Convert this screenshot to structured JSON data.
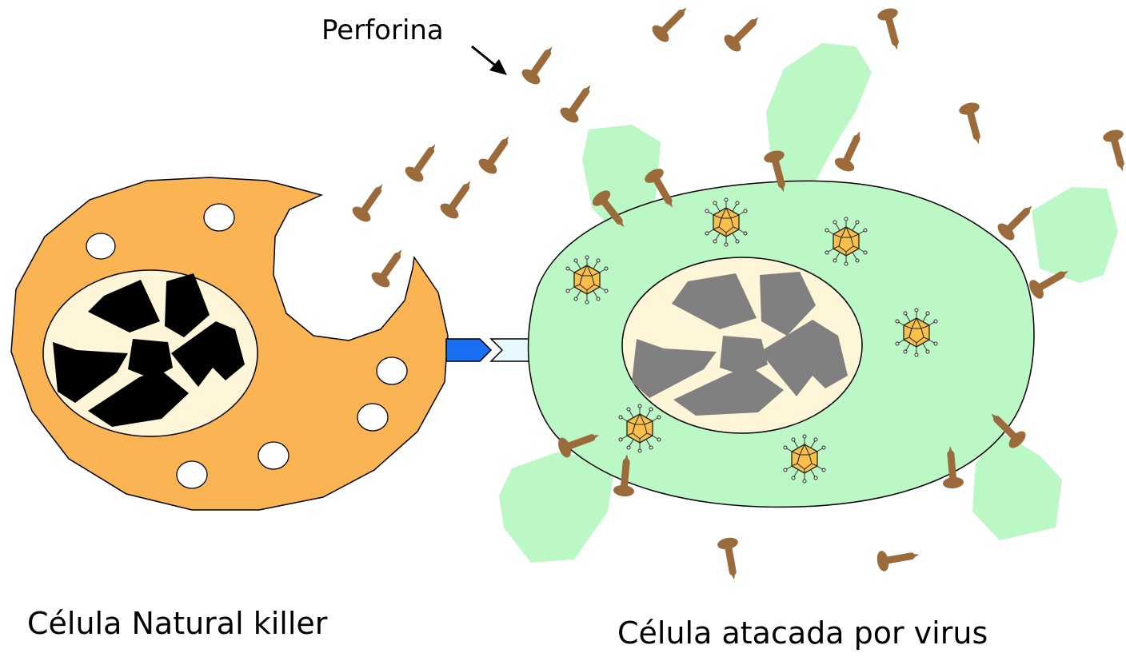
{
  "labels": {
    "perforin": "Perforina",
    "nk_cell": "Célula Natural killer",
    "infected_cell": "Célula atacada por virus"
  },
  "colors": {
    "nk_cytoplasm": "#fbb454",
    "nucleus_fill": "#fff5d8",
    "nk_chromatin": "#000000",
    "infected_chromatin": "#808080",
    "infected_cytoplasm": "#bbf8c6",
    "perforin": "#9b6b3c",
    "virus": "#f8c048",
    "receptor": "#1a6ef2",
    "ligand": "#e8f8ff"
  },
  "icons": [
    "perforin-molecule-icon",
    "virus-particle-icon",
    "granule-icon",
    "receptor-icon"
  ]
}
